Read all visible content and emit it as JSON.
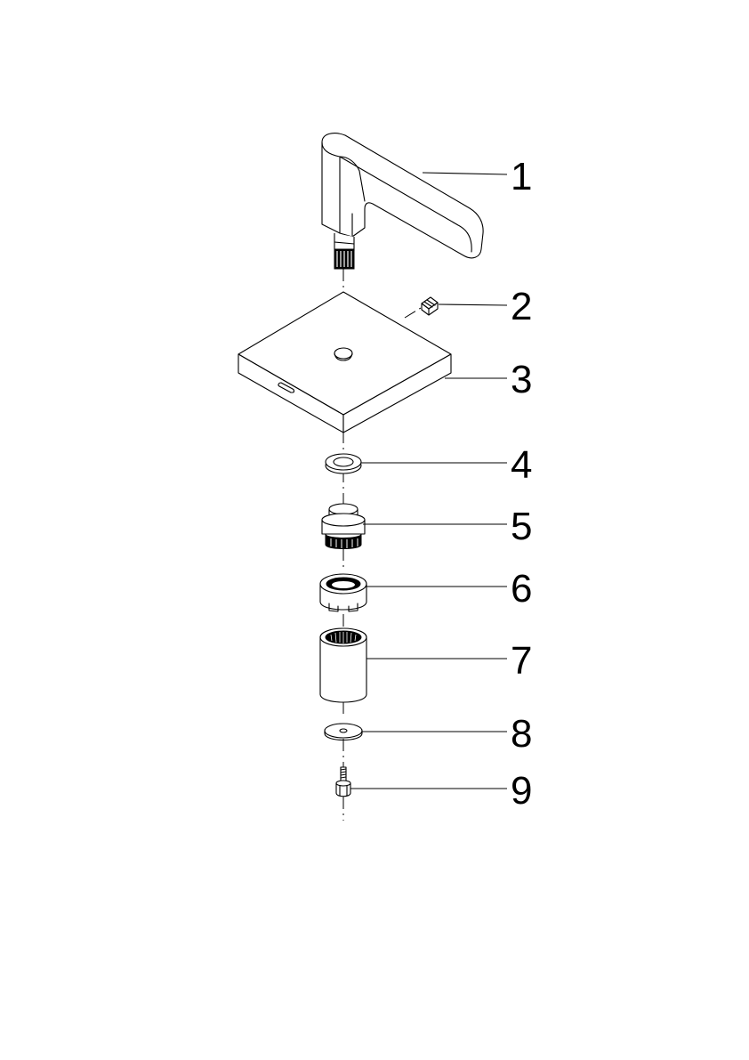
{
  "parts": [
    {
      "number": "1"
    },
    {
      "number": "2"
    },
    {
      "number": "3"
    },
    {
      "number": "4"
    },
    {
      "number": "5"
    },
    {
      "number": "6"
    },
    {
      "number": "7"
    },
    {
      "number": "8"
    },
    {
      "number": "9"
    }
  ],
  "colors": {
    "line": "#000000",
    "background": "#ffffff"
  }
}
